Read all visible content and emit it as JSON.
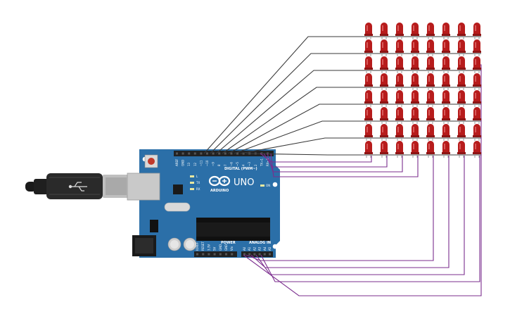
{
  "board": {
    "brand": "ARDUINO",
    "model": "UNO",
    "digital_header_label": "DIGITAL (PWM~)",
    "power_header_label": "POWER",
    "analog_header_label": "ANALOG IN",
    "led_l": "L",
    "led_tx": "TX",
    "led_rx": "RX",
    "led_on": "ON",
    "digital_pins": [
      "AREF",
      "GND",
      "13",
      "12",
      "~11",
      "~10",
      "~9",
      "8",
      "7",
      "~6",
      "~5",
      "4",
      "~3",
      "2",
      "TX→1",
      "RX←0"
    ],
    "power_pins": [
      "IOREF",
      "RESET",
      "3.3V",
      "5V",
      "GND",
      "GND",
      "Vin"
    ],
    "analog_pins": [
      "A0",
      "A1",
      "A2",
      "A3",
      "A4",
      "A5"
    ]
  },
  "led_matrix": {
    "rows": 8,
    "columns": 8,
    "color": "#b71c1c"
  },
  "wire_colors": {
    "row_wires": "#3a3a3a",
    "column_wires": "#7b2d8e"
  },
  "colors": {
    "board": "#2b6fa8",
    "board_dark": "#1d5a8c",
    "header": "#222222"
  }
}
